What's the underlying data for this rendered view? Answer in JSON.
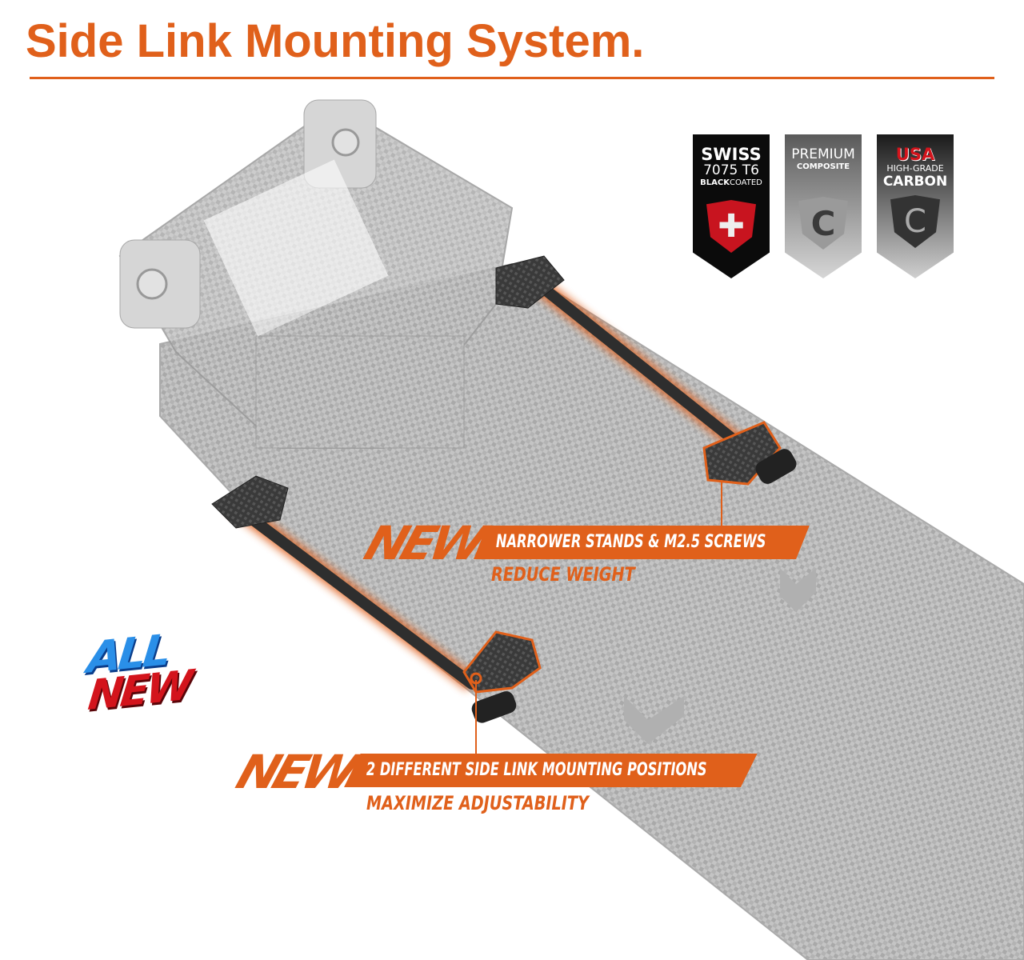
{
  "header": {
    "title": "Side Link Mounting System."
  },
  "badges": [
    {
      "line1": "SWISS",
      "line2": "7075 T6",
      "line3_bold": "BLACK",
      "line3": "COATED",
      "icon": "swiss-cross-shield-icon"
    },
    {
      "line1": "PREMIUM",
      "line2": "COMPOSITE",
      "icon": "composite-c-shield-icon"
    },
    {
      "line1": "USA",
      "line2": "HIGH-GRADE",
      "line3": "CARBON",
      "icon": "carbon-c-shield-icon"
    }
  ],
  "callouts": [
    {
      "mark": "NEW",
      "headline": "NARROWER STANDS & M2.5 SCREWS",
      "sub": "REDUCE WEIGHT"
    },
    {
      "mark": "NEW",
      "headline": "2 DIFFERENT SIDE LINK MOUNTING POSITIONS",
      "sub": "MAXIMIZE ADJUSTABILITY"
    }
  ],
  "stamp": {
    "line1": "ALL",
    "line2": "NEW"
  },
  "colors": {
    "accent": "#e0601b",
    "plate": "#bdbdbd",
    "link": "#2e2e2e"
  }
}
